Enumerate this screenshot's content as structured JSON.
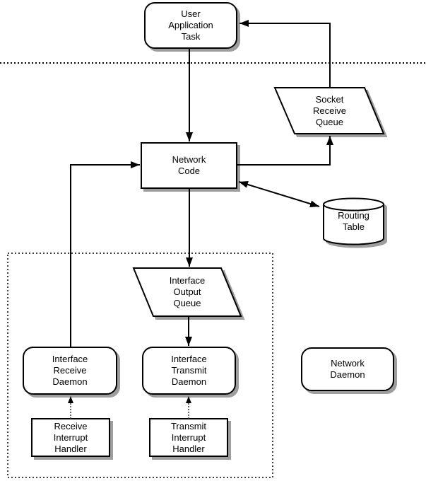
{
  "diagram": {
    "type": "flowchart",
    "nodes": {
      "user_application_task": {
        "label": "User\nApplication\nTask",
        "shape": "rounded-rect"
      },
      "socket_receive_queue": {
        "label": "Socket\nReceive\nQueue",
        "shape": "parallelogram"
      },
      "network_code": {
        "label": "Network\nCode",
        "shape": "rect"
      },
      "routing_table": {
        "label": "Routing\nTable",
        "shape": "cylinder"
      },
      "interface_output_queue": {
        "label": "Interface\nOutput\nQueue",
        "shape": "parallelogram"
      },
      "interface_receive_daemon": {
        "label": "Interface\nReceive\nDaemon",
        "shape": "rounded-rect"
      },
      "interface_transmit_daemon": {
        "label": "Interface\nTransmit\nDaemon",
        "shape": "rounded-rect"
      },
      "network_daemon": {
        "label": "Network\nDaemon",
        "shape": "rounded-rect"
      },
      "receive_interrupt_handler": {
        "label": "Receive\nInterrupt\nHandler",
        "shape": "rect"
      },
      "transmit_interrupt_handler": {
        "label": "Transmit\nInterrupt\nHandler",
        "shape": "rect"
      }
    },
    "regions": {
      "user_kernel_separator": {
        "style": "dotted-horizontal-line"
      },
      "interface_layer_box": {
        "style": "dotted-rectangle"
      }
    },
    "edges": [
      {
        "from": "user_application_task",
        "to": "network_code",
        "style": "solid",
        "bidirectional": false
      },
      {
        "from": "network_code",
        "to": "socket_receive_queue",
        "style": "solid",
        "bidirectional": false
      },
      {
        "from": "socket_receive_queue",
        "to": "user_application_task",
        "style": "solid",
        "bidirectional": false
      },
      {
        "from": "network_code",
        "to": "routing_table",
        "style": "solid",
        "bidirectional": true
      },
      {
        "from": "network_code",
        "to": "interface_output_queue",
        "style": "solid",
        "bidirectional": false
      },
      {
        "from": "interface_output_queue",
        "to": "interface_transmit_daemon",
        "style": "solid",
        "bidirectional": false
      },
      {
        "from": "interface_receive_daemon",
        "to": "network_code",
        "style": "solid",
        "bidirectional": false
      },
      {
        "from": "receive_interrupt_handler",
        "to": "interface_receive_daemon",
        "style": "dotted",
        "bidirectional": false
      },
      {
        "from": "transmit_interrupt_handler",
        "to": "interface_transmit_daemon",
        "style": "dotted",
        "bidirectional": false
      }
    ],
    "colors": {
      "background": "#ffffff",
      "fill": "#ffffff",
      "stroke": "#000000",
      "shadow": "#9e9e9e"
    }
  }
}
